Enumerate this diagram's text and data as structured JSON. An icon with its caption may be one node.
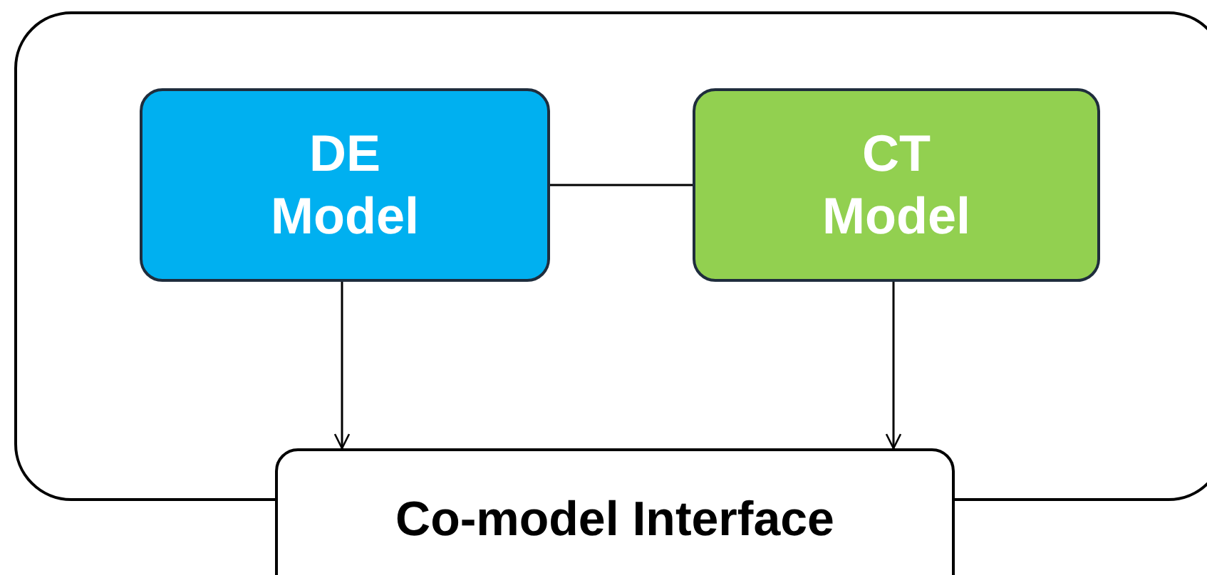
{
  "diagram": {
    "nodes": [
      {
        "text": [],
        "shape": "box"
      },
      {
        "text": [
          "DE Model"
        ],
        "in": 0
      },
      {
        "text": [
          "CT Model"
        ],
        "in": 0
      },
      {
        "text": [
          "Co-model Interface"
        ]
      }
    ],
    "edges": [
      {
        "from": 1,
        "to": 2,
        "arrow": "none"
      },
      {
        "from": 1,
        "to": 3,
        "arrow": "to"
      },
      {
        "from": 2,
        "to": 3,
        "arrow": "to"
      }
    ]
  }
}
